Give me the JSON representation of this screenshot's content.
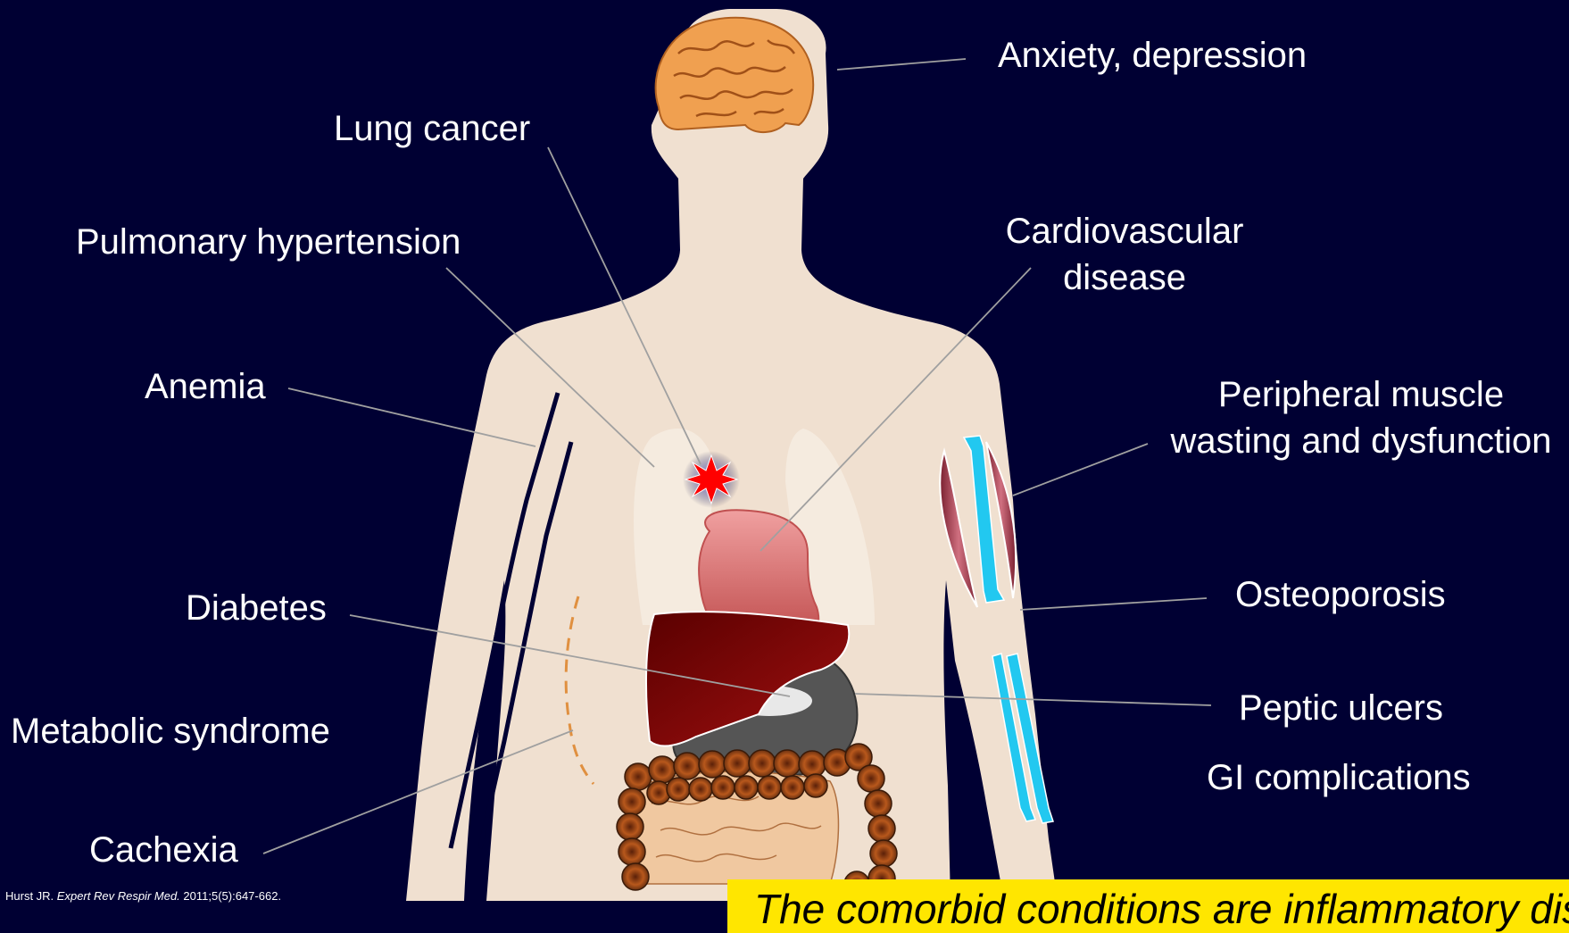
{
  "labels": {
    "anxiety": "Anxiety, depression",
    "lung_cancer": "Lung cancer",
    "pulmonary_hypertension": "Pulmonary hypertension",
    "cardiovascular_line1": "Cardiovascular",
    "cardiovascular_line2": "disease",
    "anemia": "Anemia",
    "muscle_line1": "Peripheral muscle",
    "muscle_line2": "wasting and dysfunction",
    "diabetes": "Diabetes",
    "osteoporosis": "Osteoporosis",
    "peptic_ulcers": "Peptic ulcers",
    "gi_complications": "GI complications",
    "metabolic_syndrome": "Metabolic syndrome",
    "cachexia": "Cachexia"
  },
  "citation": {
    "authors": "Hurst JR.",
    "journal": "Expert Rev Respir Med.",
    "details": "2011;5(5):647-662."
  },
  "callout": {
    "text": "The comorbid conditions are inflammatory diseases"
  },
  "colors": {
    "background": "#000033",
    "body": "#f0e0d0",
    "brain": "#f0a050",
    "heart": "#e07070",
    "liver": "#7a0a0a",
    "stomach": "#555555",
    "colon": "#c06020",
    "bone": "#22c8f0",
    "muscle": "#a04050",
    "tumor": "#ff0000",
    "callout_bg": "#ffe600"
  }
}
